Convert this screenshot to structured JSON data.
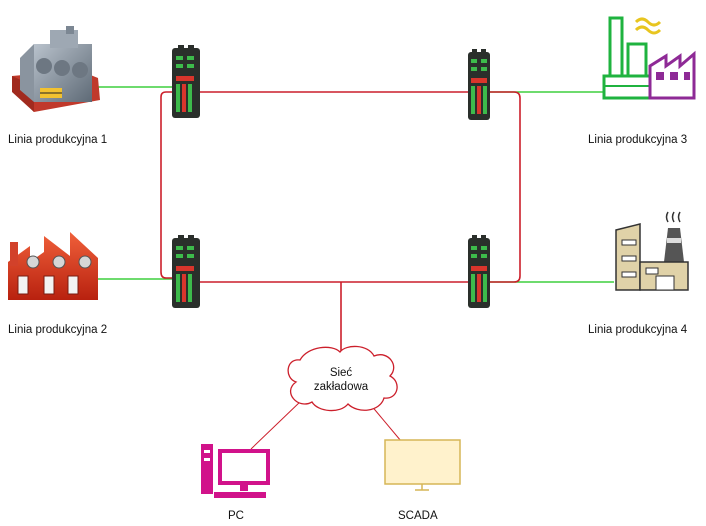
{
  "labels": {
    "line1": "Linia produkcyjna 1",
    "line2": "Linia produkcyjna 2",
    "line3": "Linia produkcyjna 3",
    "line4": "Linia produkcyjna 4",
    "network_line1": "Sieć",
    "network_line2": "zakładowa",
    "pc": "PC",
    "scada": "SCADA"
  },
  "colors": {
    "ring": "#cc1f2b",
    "link_green": "#3fcf3f",
    "pc": "#d1128a",
    "scada_fill": "#fff2cc",
    "scada_stroke": "#d6b656",
    "factory3_green": "#1fb33f",
    "factory3_purple": "#8e2a96",
    "factory3_yellow": "#e8c51f",
    "factory4_body": "#e0d2a8",
    "switch_dark": "#2a2f2b",
    "switch_green": "#3dbb4b",
    "switch_red": "#d9352c"
  },
  "icons": {
    "line1": "factory-building-icon",
    "line2": "red-factory-icon",
    "line3": "green-purple-factory-icon",
    "line4": "beige-factory-icon",
    "switch": "industrial-switch-icon",
    "network": "cloud-icon",
    "pc": "pc-icon",
    "scada": "monitor-icon"
  }
}
